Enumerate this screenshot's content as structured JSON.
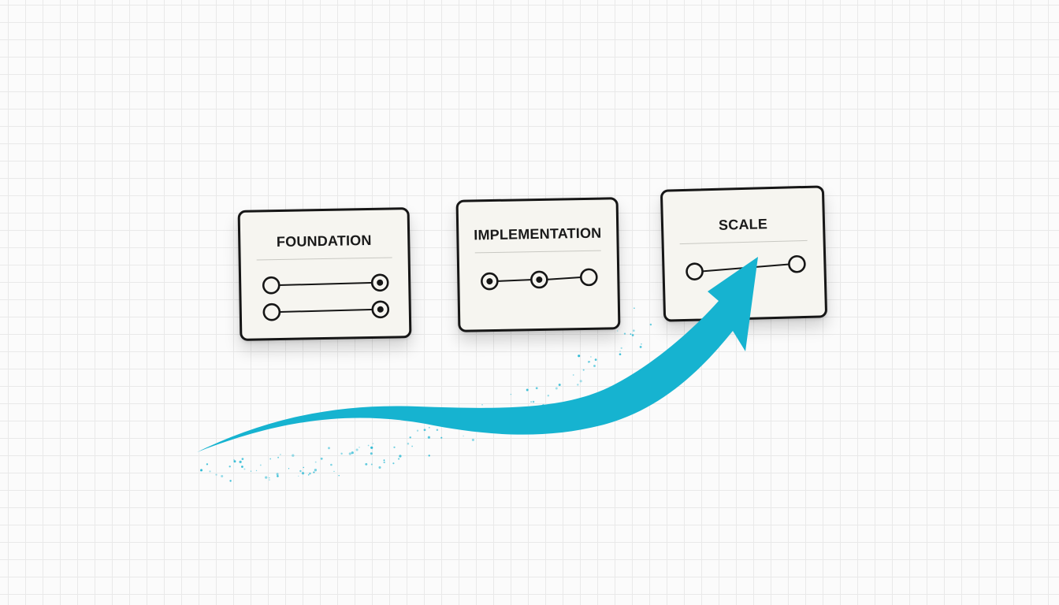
{
  "stages": [
    {
      "title": "FOUNDATION"
    },
    {
      "title": "IMPLEMENTATION"
    },
    {
      "title": "SCALE"
    }
  ],
  "colors": {
    "arrow": "#16b3d0",
    "card_border": "#161616",
    "card_fill": "#f6f5f0",
    "grid": "#e9e9e9"
  }
}
